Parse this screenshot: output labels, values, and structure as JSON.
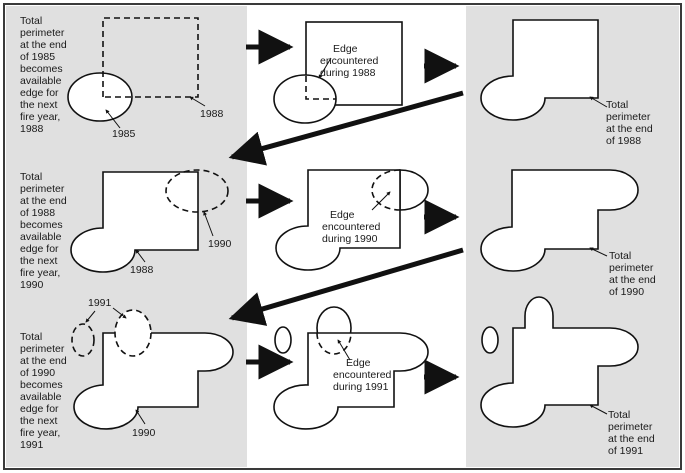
{
  "colors": {
    "panel_gray": "#e0e0e0",
    "frame": "#3a3a3a",
    "stroke": "#111111",
    "background": "#ffffff"
  },
  "rows": [
    {
      "year": "1988",
      "left_text": [
        "Total",
        "perimeter",
        "at the end",
        "of 1985",
        "becomes",
        "available",
        "edge for",
        "the next",
        "fire year,",
        "1988"
      ],
      "previous_label": "1985",
      "new_fire_label": "1988",
      "middle_text": [
        "Edge",
        "encountered",
        "during 1988"
      ],
      "right_text": [
        "Total",
        "perimeter",
        "at the end",
        "of 1988"
      ]
    },
    {
      "year": "1990",
      "left_text": [
        "Total",
        "perimeter",
        "at the end",
        "of 1988",
        "becomes",
        "available",
        "edge for",
        "the next",
        "fire year,",
        "1990"
      ],
      "previous_label": "1988",
      "new_fire_label": "1990",
      "middle_text": [
        "Edge",
        "encountered",
        "during 1990"
      ],
      "right_text": [
        "Total",
        "perimeter",
        "at the end",
        "of 1990"
      ]
    },
    {
      "year": "1991",
      "left_text": [
        "Total",
        "perimeter",
        "at the end",
        "of 1990",
        "becomes",
        "available",
        "edge for",
        "the next",
        "fire year,",
        "1991"
      ],
      "previous_label": "1990",
      "new_fire_label": "1991",
      "middle_text": [
        "Edge",
        "encountered",
        "during 1991"
      ],
      "right_text": [
        "Total",
        "perimeter",
        "at the end",
        "of 1991"
      ]
    }
  ]
}
